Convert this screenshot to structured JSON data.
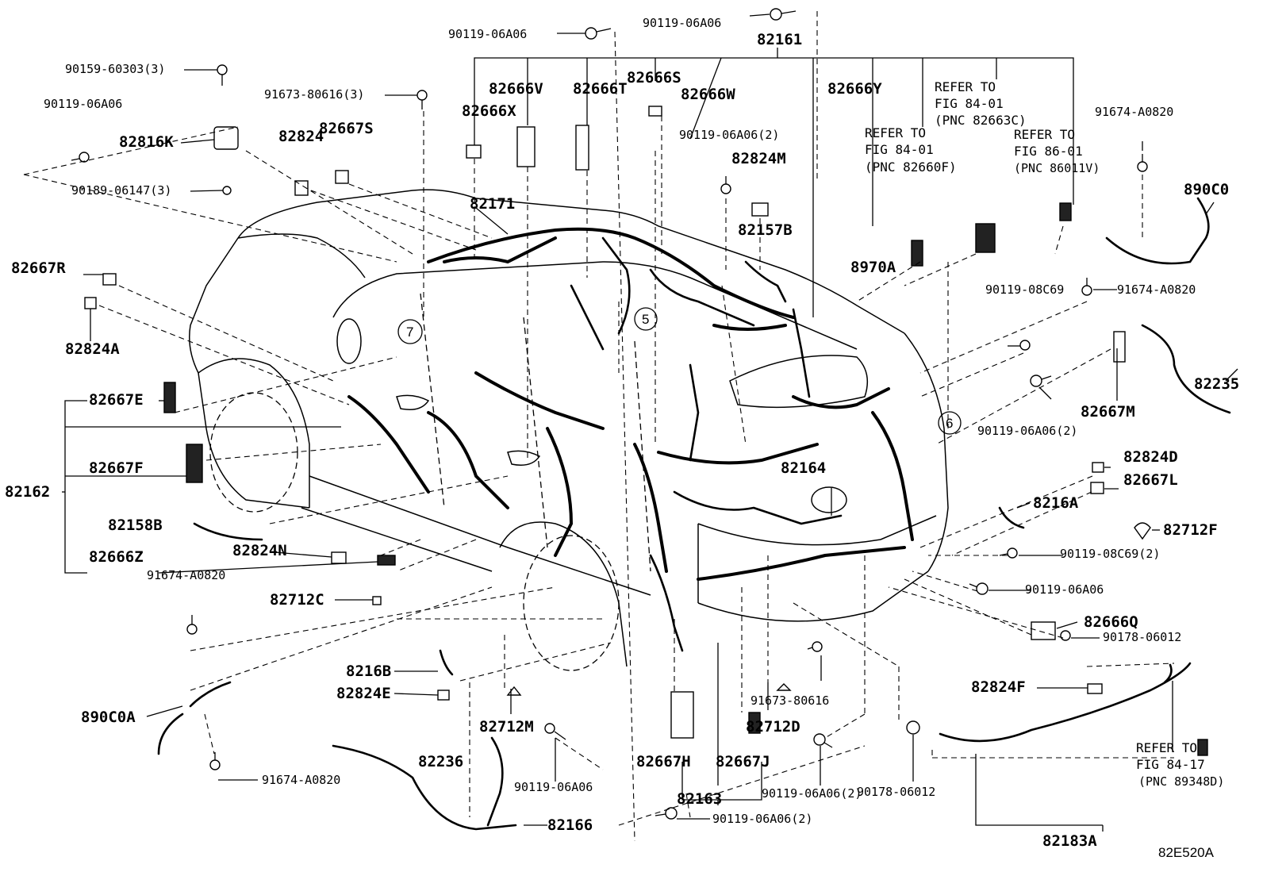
{
  "diagram_code": "82E520A",
  "labels": {
    "p90119_06a06_a": "90119-06A06",
    "p90119_06a06_b": "90119-06A06",
    "p82161": "82161",
    "p90159_60303": "90159-60303(3)",
    "p91673_80616_3": "91673-80616(3)",
    "p82666x": "82666X",
    "p82666v": "82666V",
    "p82666t": "82666T",
    "p82666s": "82666S",
    "p82666w": "82666W",
    "p82666y": "82666Y",
    "p90119_06a06_c": "90119-06A06",
    "p82816k": "82816K",
    "p90189_06147": "90189-06147(3)",
    "p82824": "82824",
    "p82667s": "82667S",
    "p90119_06a06_2a": "90119-06A06(2)",
    "p82824m": "82824M",
    "p82171": "82171",
    "p82157b": "82157B",
    "p8970a": "8970A",
    "p91674_a0820_a": "91674-A0820",
    "p890c0": "890C0",
    "p91674_a0820_b": "91674-A0820",
    "p82667r": "82667R",
    "p82824a": "82824A",
    "p90119_08c69": "90119-08C69",
    "p82235": "82235",
    "p82667m": "82667M",
    "p90119_06a06_2b": "90119-06A06(2)",
    "p82667e": "82667E",
    "p82162": "82162",
    "p82667f": "82667F",
    "p82164": "82164",
    "p82824d": "82824D",
    "p82667l": "82667L",
    "p8216a": "8216A",
    "p82712f": "82712F",
    "p82158b": "82158B",
    "p82824n": "82824N",
    "p82666z": "82666Z",
    "p90119_08c69_2": "90119-08C69(2)",
    "p91674_a0820_c": "91674-A0820",
    "p82712c": "82712C",
    "p90119_06a06_d": "90119-06A06",
    "p82666q": "82666Q",
    "p90178_06012_a": "90178-06012",
    "p8216b": "8216B",
    "p82824e": "82824E",
    "p82824f": "82824F",
    "p890c0a": "890C0A",
    "p91673_80616": "91673-80616",
    "p82712m": "82712M",
    "p82712d": "82712D",
    "p90119_06a06_e": "90119-06A06",
    "p82236": "82236",
    "p82667h": "82667H",
    "p82667j": "82667J",
    "p91674_a0820_d": "91674-A0820",
    "p90119_06a06_2c": "90119-06A06(2)",
    "p90178_06012_b": "90178-06012",
    "p82163": "82163",
    "p82166": "82166",
    "p90119_06a06_2d": "90119-06A06(2)",
    "p82183a": "82183A"
  },
  "references": {
    "ref1": [
      "REFER TO",
      "FIG 84-01",
      "(PNC 82663C)"
    ],
    "ref2": [
      "REFER TO",
      "FIG 84-01",
      "(PNC 82660F)"
    ],
    "ref3": [
      "REFER TO",
      "FIG 86-01",
      "(PNC 86011V)"
    ],
    "ref4": [
      "REFER TO",
      "FIG 84-17",
      "(PNC 89348D)"
    ]
  },
  "callouts": [
    "5",
    "6",
    "7"
  ]
}
